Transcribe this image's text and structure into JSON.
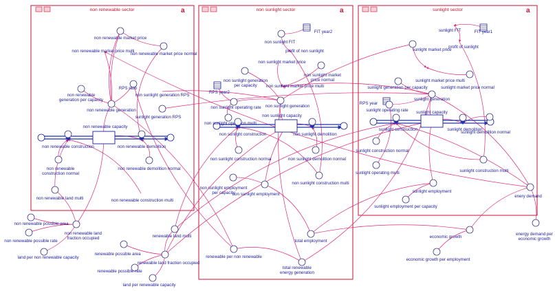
{
  "sectors": [
    {
      "title": "non renewable sector"
    },
    {
      "title": "non sunlight sector"
    },
    {
      "title": "sunlight sector"
    }
  ],
  "labels": {
    "nr_market_price": "non renewable market price",
    "nr_market_price_multi": "non renewable market price multi",
    "nr_market_price_normal": "non renewable market price normal",
    "nr_gen_per_cap": "non renewable\ngeneration per capacity",
    "rps_ratio": "RPS ratio",
    "nr_generation": "non renewable generation",
    "nsl_gen_rps": "non sunlight generation RPS",
    "sl_gen_rps": "sunlight generation RPS",
    "nr_capacity": "non renewable capacity",
    "nr_construction": "non renewable construction",
    "nr_demolition": "non renewable demolition",
    "nr_construction_normal": "non renewable\nconstruction normal",
    "nr_demolition_normal": "non renewable demolition normal",
    "nr_land_multi": "non renewable land multi",
    "nr_construction_multi": "non renewable construction multi",
    "nr_possible_area": "non renewable possible area",
    "nr_possible_rate": "non renewable possible rate",
    "nr_land_fraction": "non renewable land\nfraction occupied",
    "land_per_nr_cap": "land per non renewable capacity",
    "nsl_fit": "non sunlight FIT",
    "fit_year2": "FIT year2",
    "profit_nsl": "profit of non sunlight",
    "nsl_market_price": "non sunlight market price",
    "nsl_market_price_normal": "non sunlight market\nprice normal",
    "nsl_gen_per_cap": "non sunlight generation\nper capacity",
    "nsl_market_price_multi": "non sunlight market price multi",
    "rps_year2": "RPS year2",
    "nsl_operating_rate": "non sunlight operating rate",
    "nsl_generation": "non sunlight generation",
    "nsl_operation_multi": "non sunlight operation multi",
    "nsl_capacity": "non sunlight capacity",
    "nsl_construction": "non sunlight construction",
    "nsl_demolition": "non sunlight demolition",
    "nsl_construction_normal": "non sunlight construction normal",
    "nsl_demolition_normal": "non sunlight demolition normal",
    "nsl_construction_multi": "non sunlight construction multi",
    "nsl_employment_per_cap": "non sunlight employment\nper capacity",
    "nsl_employment": "non sunlight employment",
    "sl_fit": "sunlight FIT",
    "fit_year1": "FIT year1",
    "profit_sl": "profit of sunlight",
    "sl_market_price": "sunlight market price",
    "sl_market_price_multi": "sunlight market price multi",
    "sl_market_price_normal": "sunlight market price normal",
    "sl_gen_per_cap": "sunlight generation per capacity",
    "sl_generation": "sunlight generation",
    "rps_year": "RPS year",
    "sl_operating_rate": "sunlight operating rate",
    "sl_capacity": "sunlight capacity",
    "sl_construction": "sunlight construction",
    "sl_demolition": "sunlight demolition",
    "sl_demolition_normal": "sunlight demolition normal",
    "sl_construction_normal": "sunlight construction normal",
    "sl_construction_multi": "sunlight construction multi",
    "sl_operating_multi": "sunlight operating multi",
    "sl_employment": "sunlight employment",
    "sl_employment_per_cap": "sunlight employment per capacity",
    "energy_demand": "enery demand",
    "ed_per_growth": "energy demand per\neconomic growth",
    "economic_growth": "economic growth",
    "eg_per_employment": "economic growth per employment",
    "total_employment": "total employment",
    "renewable_land_multi": "renewable land multi",
    "renewable_possible_area": "renewable possible area",
    "renewable_land_fraction": "renewable land fraction occupied",
    "renewable_possible_rate": "renewable possible rate",
    "land_per_renewable_cap": "land per renewable capacity",
    "renewable_per_nr": "renewable per non renewable",
    "total_renewable_gen": "total renewable\nenergy generation"
  }
}
